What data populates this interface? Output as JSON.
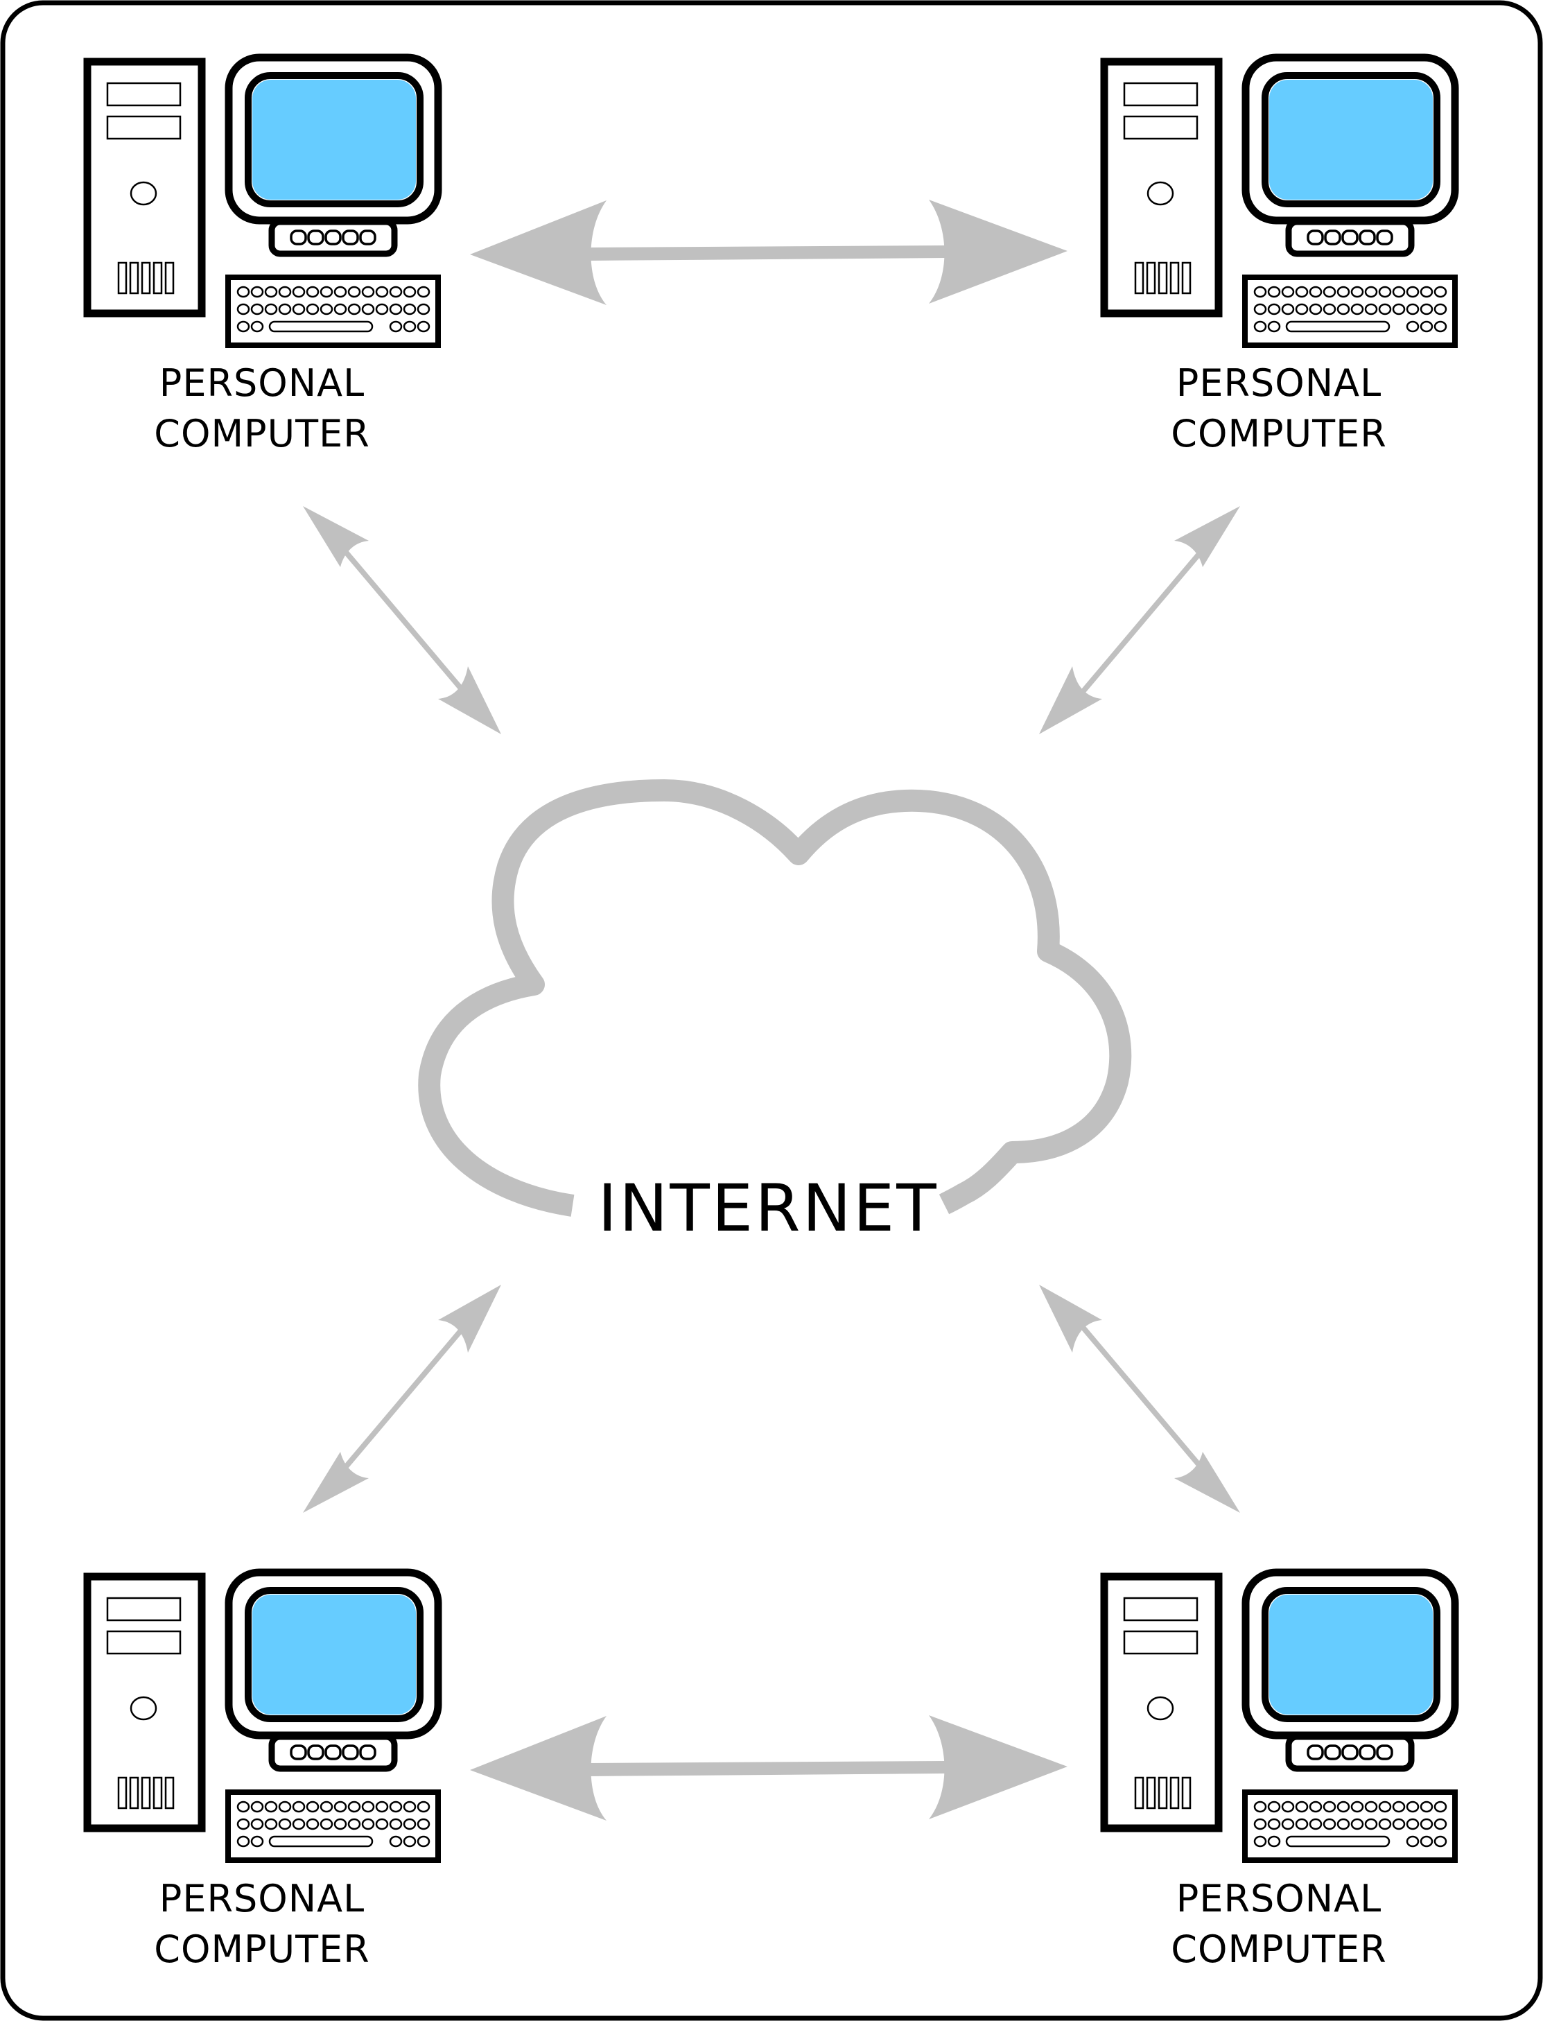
{
  "diagram": {
    "cloud": {
      "label": "INTERNET",
      "color": "#c0c0c0"
    },
    "computers": [
      {
        "id": "top-left",
        "label_line1": "PERSONAL",
        "label_line2": "COMPUTER"
      },
      {
        "id": "top-right",
        "label_line1": "PERSONAL",
        "label_line2": "COMPUTER"
      },
      {
        "id": "bottom-left",
        "label_line1": "PERSONAL",
        "label_line2": "COMPUTER"
      },
      {
        "id": "bottom-right",
        "label_line1": "PERSONAL",
        "label_line2": "COMPUTER"
      }
    ],
    "connections": [
      {
        "from": "top-left",
        "to": "top-right",
        "type": "bidirectional"
      },
      {
        "from": "bottom-left",
        "to": "bottom-right",
        "type": "bidirectional"
      },
      {
        "from": "top-left",
        "to": "internet",
        "type": "bidirectional"
      },
      {
        "from": "top-right",
        "to": "internet",
        "type": "bidirectional"
      },
      {
        "from": "bottom-left",
        "to": "internet",
        "type": "bidirectional"
      },
      {
        "from": "bottom-right",
        "to": "internet",
        "type": "bidirectional"
      }
    ],
    "colors": {
      "screen": "#66ccff",
      "arrow": "#c0c0c0",
      "outline": "#000000"
    }
  }
}
